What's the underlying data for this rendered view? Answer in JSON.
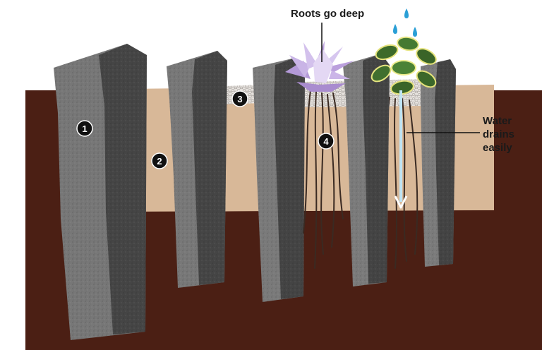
{
  "callouts": {
    "roots": "Roots go deep",
    "water_line1": "Water",
    "water_line2": "drains",
    "water_line3": "easily"
  },
  "markers": [
    "1",
    "2",
    "3",
    "4"
  ],
  "colors": {
    "soil": "#4b1f14",
    "sand": "#d8b898",
    "gravel": "#e4e0dc",
    "stone_light": "#7c7c7c",
    "stone_dark": "#444444",
    "root": "#3a2a22",
    "water_arrow": "#bfe4f4",
    "water_drop": "#2a9fd6",
    "flower": "#c8b2e2",
    "leaf": "#3f6d2c"
  },
  "icons": [
    "water-drop-icon",
    "succulent-plant-icon",
    "hosta-plant-icon",
    "down-arrow-icon"
  ]
}
